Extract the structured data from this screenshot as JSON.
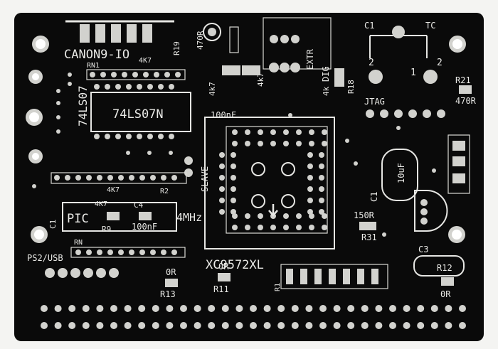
{
  "board": {
    "colors": {
      "substrate": "#0a0a0a",
      "silkscreen": "#e9e9e6",
      "pad": "#d2d2ce",
      "background": "#f4f4f2"
    },
    "labels": {
      "canon_io": "CANON9-IO",
      "rn1": "RN1",
      "rn1_value": "4K7",
      "ic_74ls07_vertical": "74LS07",
      "ic_74ls07": "74LS07N",
      "r19": "R19",
      "r19_value": "470R",
      "r_4k7_a": "4k7",
      "r_4k7_b": "4k7",
      "cap_100nf_top": "100nF",
      "extr": "EXTR",
      "dig": "DIG",
      "r18": "R18",
      "r_4k_left": "4k",
      "jtag": "JTAG",
      "r21": "R21",
      "r21_value": "470R",
      "c1_top": "C1",
      "tc": "TC",
      "pin2_left": "2",
      "pin1": "1",
      "pin2_right": "2",
      "slave": "SLAVE",
      "cpld": "XC9572XL",
      "cap_10uf": "10uF",
      "c1": "C1",
      "r150": "150R",
      "r31": "R31",
      "pic": "PIC",
      "c4": "C4",
      "cap_100nf_bottom": "100nF",
      "freq": "4MHz",
      "r9": "R9",
      "r_4k7_mid": "4K7",
      "r_4k7_left": "4K7",
      "r2": "R2",
      "c1_left": "C1",
      "rn": "RN",
      "ps2": "PS2/USB",
      "r13_value": "0R",
      "r13": "R13",
      "r11_value": "0R",
      "r11": "R11",
      "r1": "R1",
      "c3": "C3",
      "r12": "R12",
      "r12_value": "0R"
    }
  }
}
